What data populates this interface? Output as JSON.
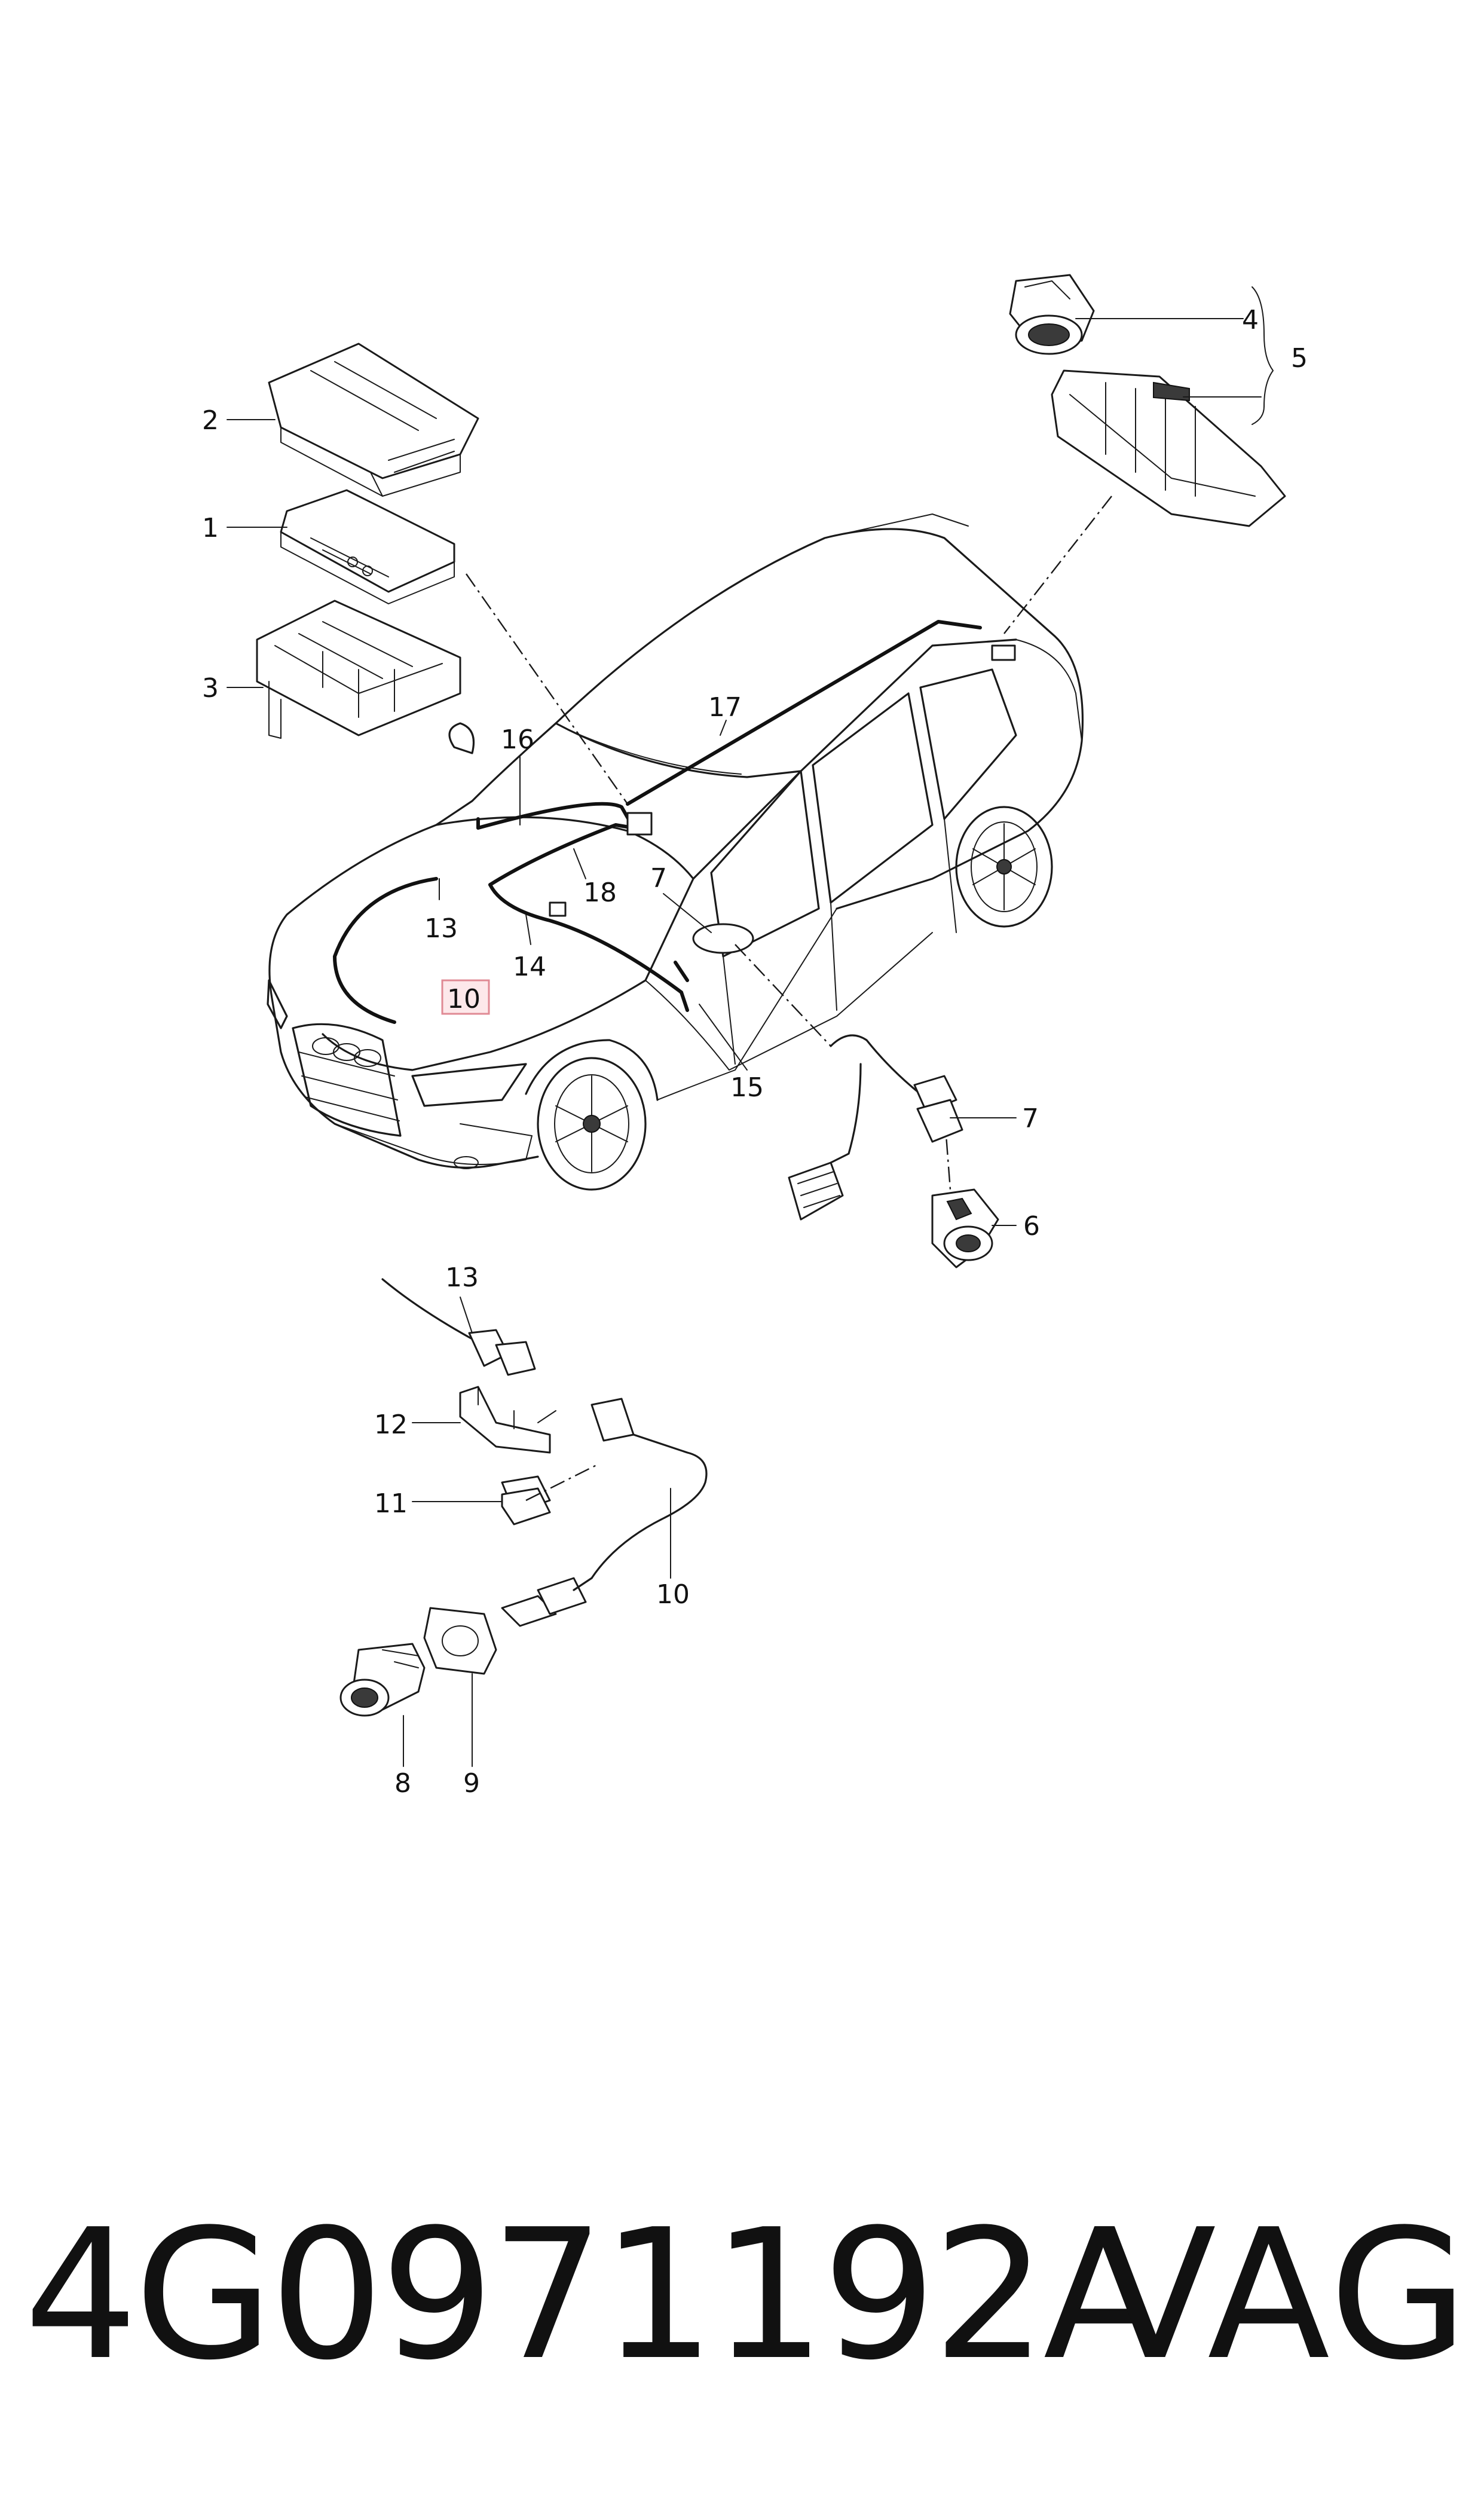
{
  "callouts": {
    "c1": "1",
    "c2": "2",
    "c3": "3",
    "c4": "4",
    "c5": "5",
    "c6": "6",
    "c7a": "7",
    "c7b": "7",
    "c8": "8",
    "c9": "9",
    "c10a": "10",
    "c10b": "10",
    "c11": "11",
    "c12": "12",
    "c13a": "13",
    "c13b": "13",
    "c14": "14",
    "c15": "15",
    "c16": "16",
    "c17": "17",
    "c18": "18"
  },
  "highlight_callout": "10",
  "footer": {
    "part_number": "4G0971192A",
    "brand": "VAG"
  }
}
